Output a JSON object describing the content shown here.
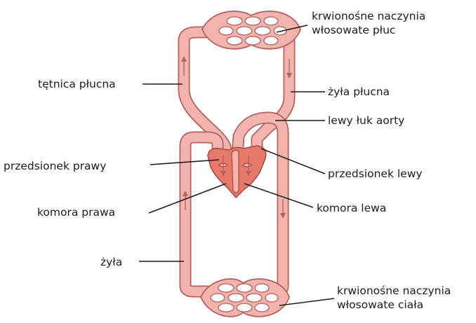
{
  "colors": {
    "vessel_fill": "#f2b4ac",
    "vessel_outline": "#b6605f",
    "heart_fill": "#e8796a",
    "text": "#1d1d1d",
    "background": "#ffffff"
  },
  "labels": {
    "lung_capillaries_line1": "krwionośne naczynia",
    "lung_capillaries_line2": "włosowate płuc",
    "pulmonary_artery": "tętnica płucna",
    "pulmonary_vein": "żyła płucna",
    "left_aortic_arch": "lewy łuk aorty",
    "right_atrium": "przedsionek prawy",
    "left_atrium": "przedsionek lewy",
    "right_ventricle": "komora prawa",
    "left_ventricle": "komora lewa",
    "vein": "żyła",
    "body_capillaries_line1": "krwionośne naczynia",
    "body_capillaries_line2": "włosowate ciała"
  }
}
